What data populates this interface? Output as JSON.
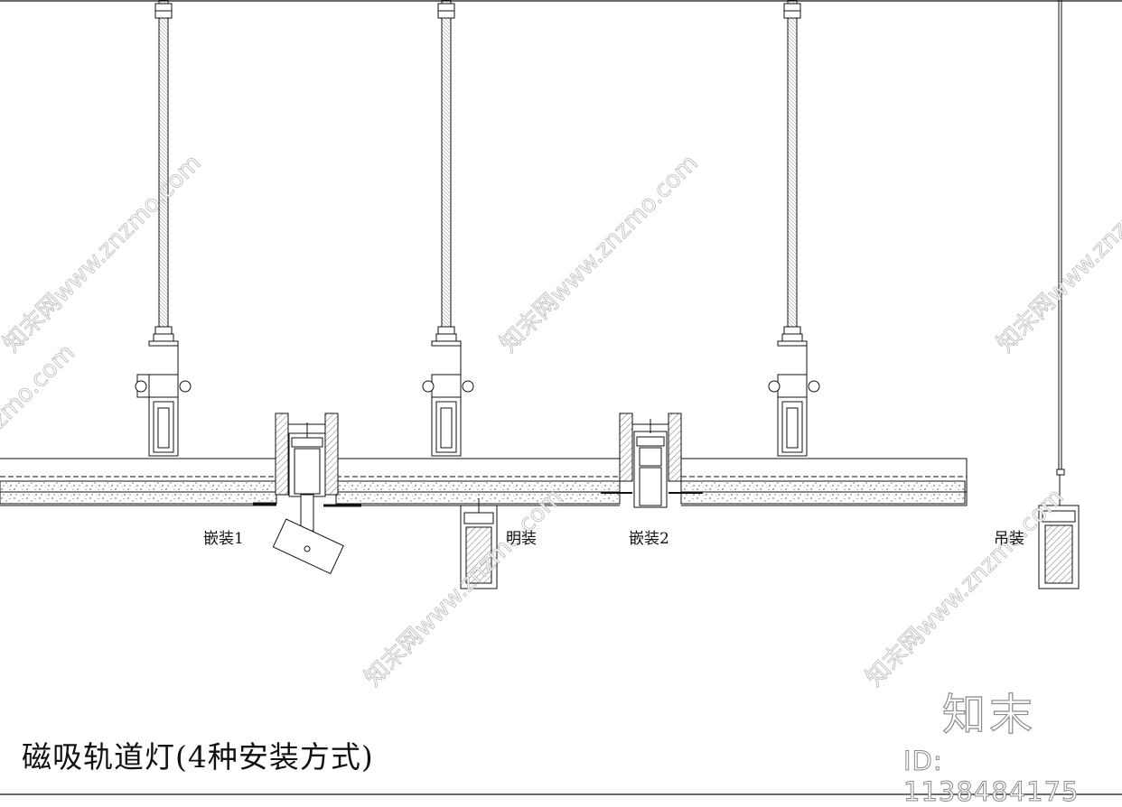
{
  "diagram": {
    "title": "磁吸轨道灯(4种安装方式)",
    "labels": {
      "embedded_1": "嵌装1",
      "surface": "明装",
      "embedded_2": "嵌装2",
      "pendant": "吊装"
    },
    "watermark_text": "知末网www.znzmo.com"
  },
  "branding": {
    "logo": "知末",
    "id": "ID: 1138484175"
  },
  "colors": {
    "line": "#111111",
    "watermark": "#b5b5b5",
    "logo": "#8a8a8a"
  }
}
